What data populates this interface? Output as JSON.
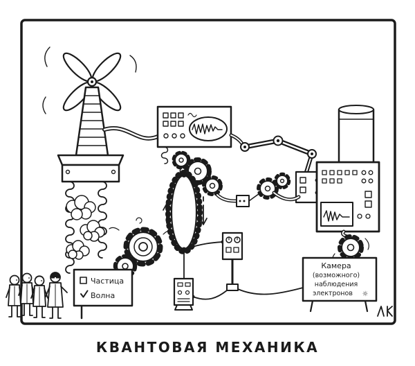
{
  "caption": {
    "title": "КВАНТОВАЯ МЕХАНИКА"
  },
  "particle_wave_sign": {
    "options": [
      {
        "label": "Частица",
        "checked": false
      },
      {
        "label": "Волна",
        "checked": true
      }
    ]
  },
  "observation_sign": {
    "lines": [
      "Камера",
      "(возможного)",
      "наблюдения",
      "электронов"
    ]
  },
  "icons": {
    "sun": "☼"
  },
  "style": {
    "ink": "#1b1b1b",
    "paper": "#ffffff"
  }
}
